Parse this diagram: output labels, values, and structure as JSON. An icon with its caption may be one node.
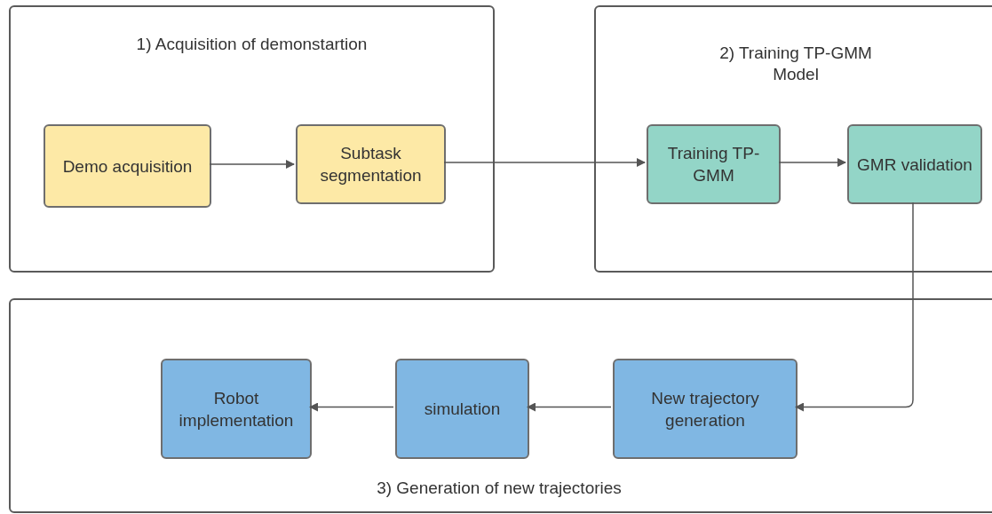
{
  "diagram": {
    "nodes": [
      {
        "text": [
          "1) Acquisition of demonstartion"
        ]
      },
      {
        "text": [
          "Demo acquisition"
        ],
        "in": 0
      },
      {
        "text": [
          "Subtask segmentation"
        ],
        "in": 0
      },
      {
        "text": [
          "2) Training TP-GMM Model"
        ]
      },
      {
        "text": [
          "Training TP-GMM"
        ],
        "in": 3
      },
      {
        "text": [
          "GMR validation"
        ],
        "in": 3
      },
      {
        "text": [
          "3) Generation of new trajectories"
        ]
      },
      {
        "text": [
          "New trajectory generation"
        ],
        "in": 6
      },
      {
        "text": [
          "simulation"
        ],
        "in": 6
      },
      {
        "text": [
          "Robot implementation"
        ],
        "in": 6
      }
    ],
    "edges": [
      {
        "from": 1,
        "to": 2,
        "arrow": "to"
      },
      {
        "from": 2,
        "to": 4,
        "arrow": "to"
      },
      {
        "from": 4,
        "to": 5,
        "arrow": "to"
      },
      {
        "from": 5,
        "to": 7,
        "arrow": "to"
      },
      {
        "from": 7,
        "to": 8,
        "arrow": "to"
      },
      {
        "from": 8,
        "to": 9,
        "arrow": "to"
      }
    ]
  }
}
